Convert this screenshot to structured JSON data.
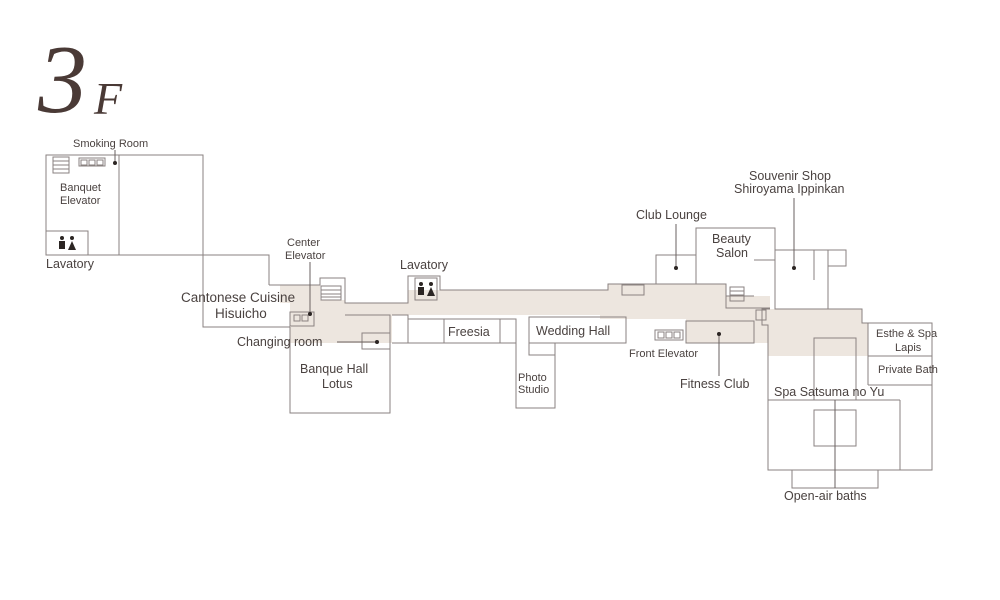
{
  "floor": {
    "number": "3",
    "suffix": "F"
  },
  "labels": {
    "smoking_room": "Smoking Room",
    "banquet_elevator_1": "Banquet",
    "banquet_elevator_2": "Elevator",
    "lavatory_west": "Lavatory",
    "center_elevator_1": "Center",
    "center_elevator_2": "Elevator",
    "lavatory_center": "Lavatory",
    "cantonese_1": "Cantonese Cuisine",
    "cantonese_2": "Hisuicho",
    "changing_room": "Changing room",
    "banquet_hall_1": "Banque Hall",
    "banquet_hall_2": "Lotus",
    "freesia": "Freesia",
    "wedding_hall": "Wedding Hall",
    "photo_studio_1": "Photo",
    "photo_studio_2": "Studio",
    "club_lounge": "Club Lounge",
    "beauty_salon_1": "Beauty",
    "beauty_salon_2": "Salon",
    "souvenir_1": "Souvenir Shop",
    "souvenir_2": "Shiroyama Ippinkan",
    "front_elevator": "Front Elevator",
    "fitness_club": "Fitness Club",
    "esthe_spa_1": "Esthe & Spa",
    "esthe_spa_2": "Lapis",
    "private_bath": "Private Bath",
    "spa": "Spa Satsuma no Yu",
    "open_air_baths": "Open-air baths"
  },
  "icons": [
    "restroom-icon",
    "elevator-icon",
    "stairs-icon"
  ],
  "colors": {
    "corridor": "#ede6df",
    "walls": "#8a8280",
    "text": "#4a4240",
    "title": "#4a3a36"
  }
}
